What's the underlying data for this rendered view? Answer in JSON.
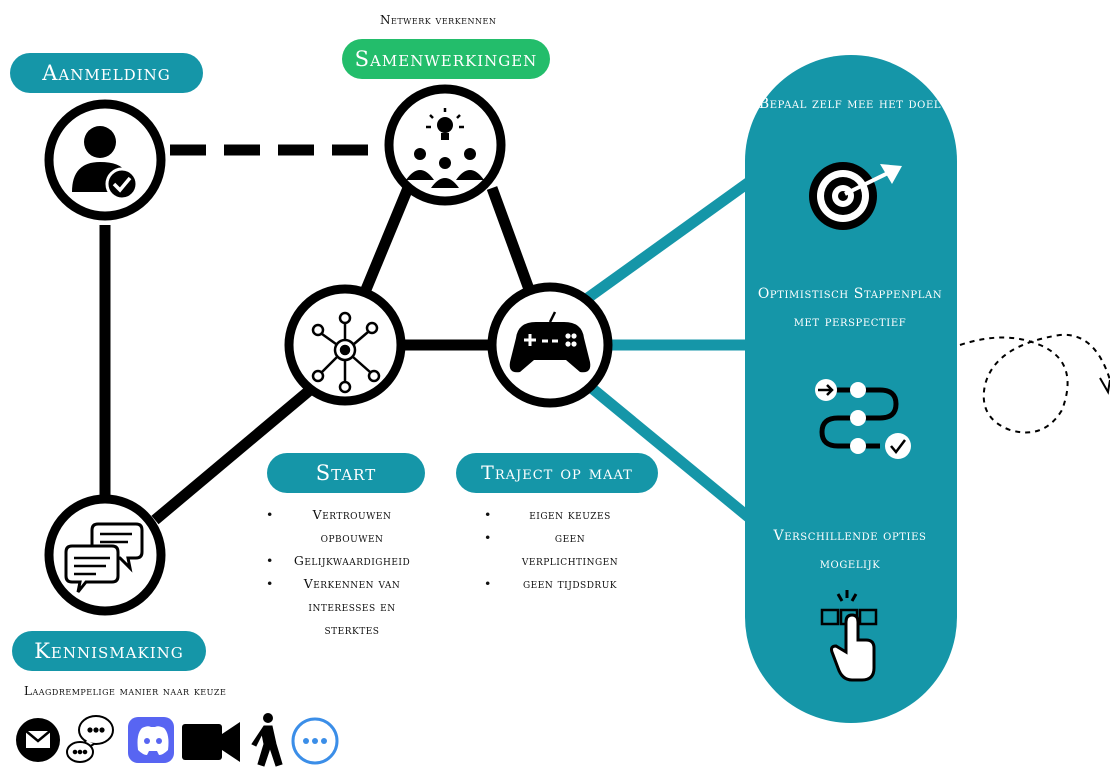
{
  "labels": {
    "aanmelding": "Aanmelding",
    "samenwerkingen": "Samenwerkingen",
    "netwerk": "Netwerk verkennen",
    "start": "Start",
    "traject": "Traject op maat",
    "kennismaking": "Kennismaking",
    "laagdrempelig": "Laagdrempelige manier naar keuze"
  },
  "start_items": [
    "Vertrouwen opbouwen",
    "Gelijkwaardigheid",
    "Verkennen van interesses en sterktes"
  ],
  "traject_items": [
    "eigen keuzes",
    "geen verplichtingen",
    "geen tijdsdruk"
  ],
  "panel": {
    "item1": "Bepaal zelf mee het doel",
    "item2": "Optimistisch Stappenplan met perspectief",
    "item3": "Verschillende opties mogelijk"
  },
  "contact_icons": [
    "mail-icon",
    "chat-icon",
    "discord-icon",
    "video-icon",
    "walk-icon",
    "more-icon"
  ],
  "colors": {
    "teal": "#1596a8",
    "green": "#23bd6b",
    "black": "#000000",
    "discord": "#5865f2"
  }
}
